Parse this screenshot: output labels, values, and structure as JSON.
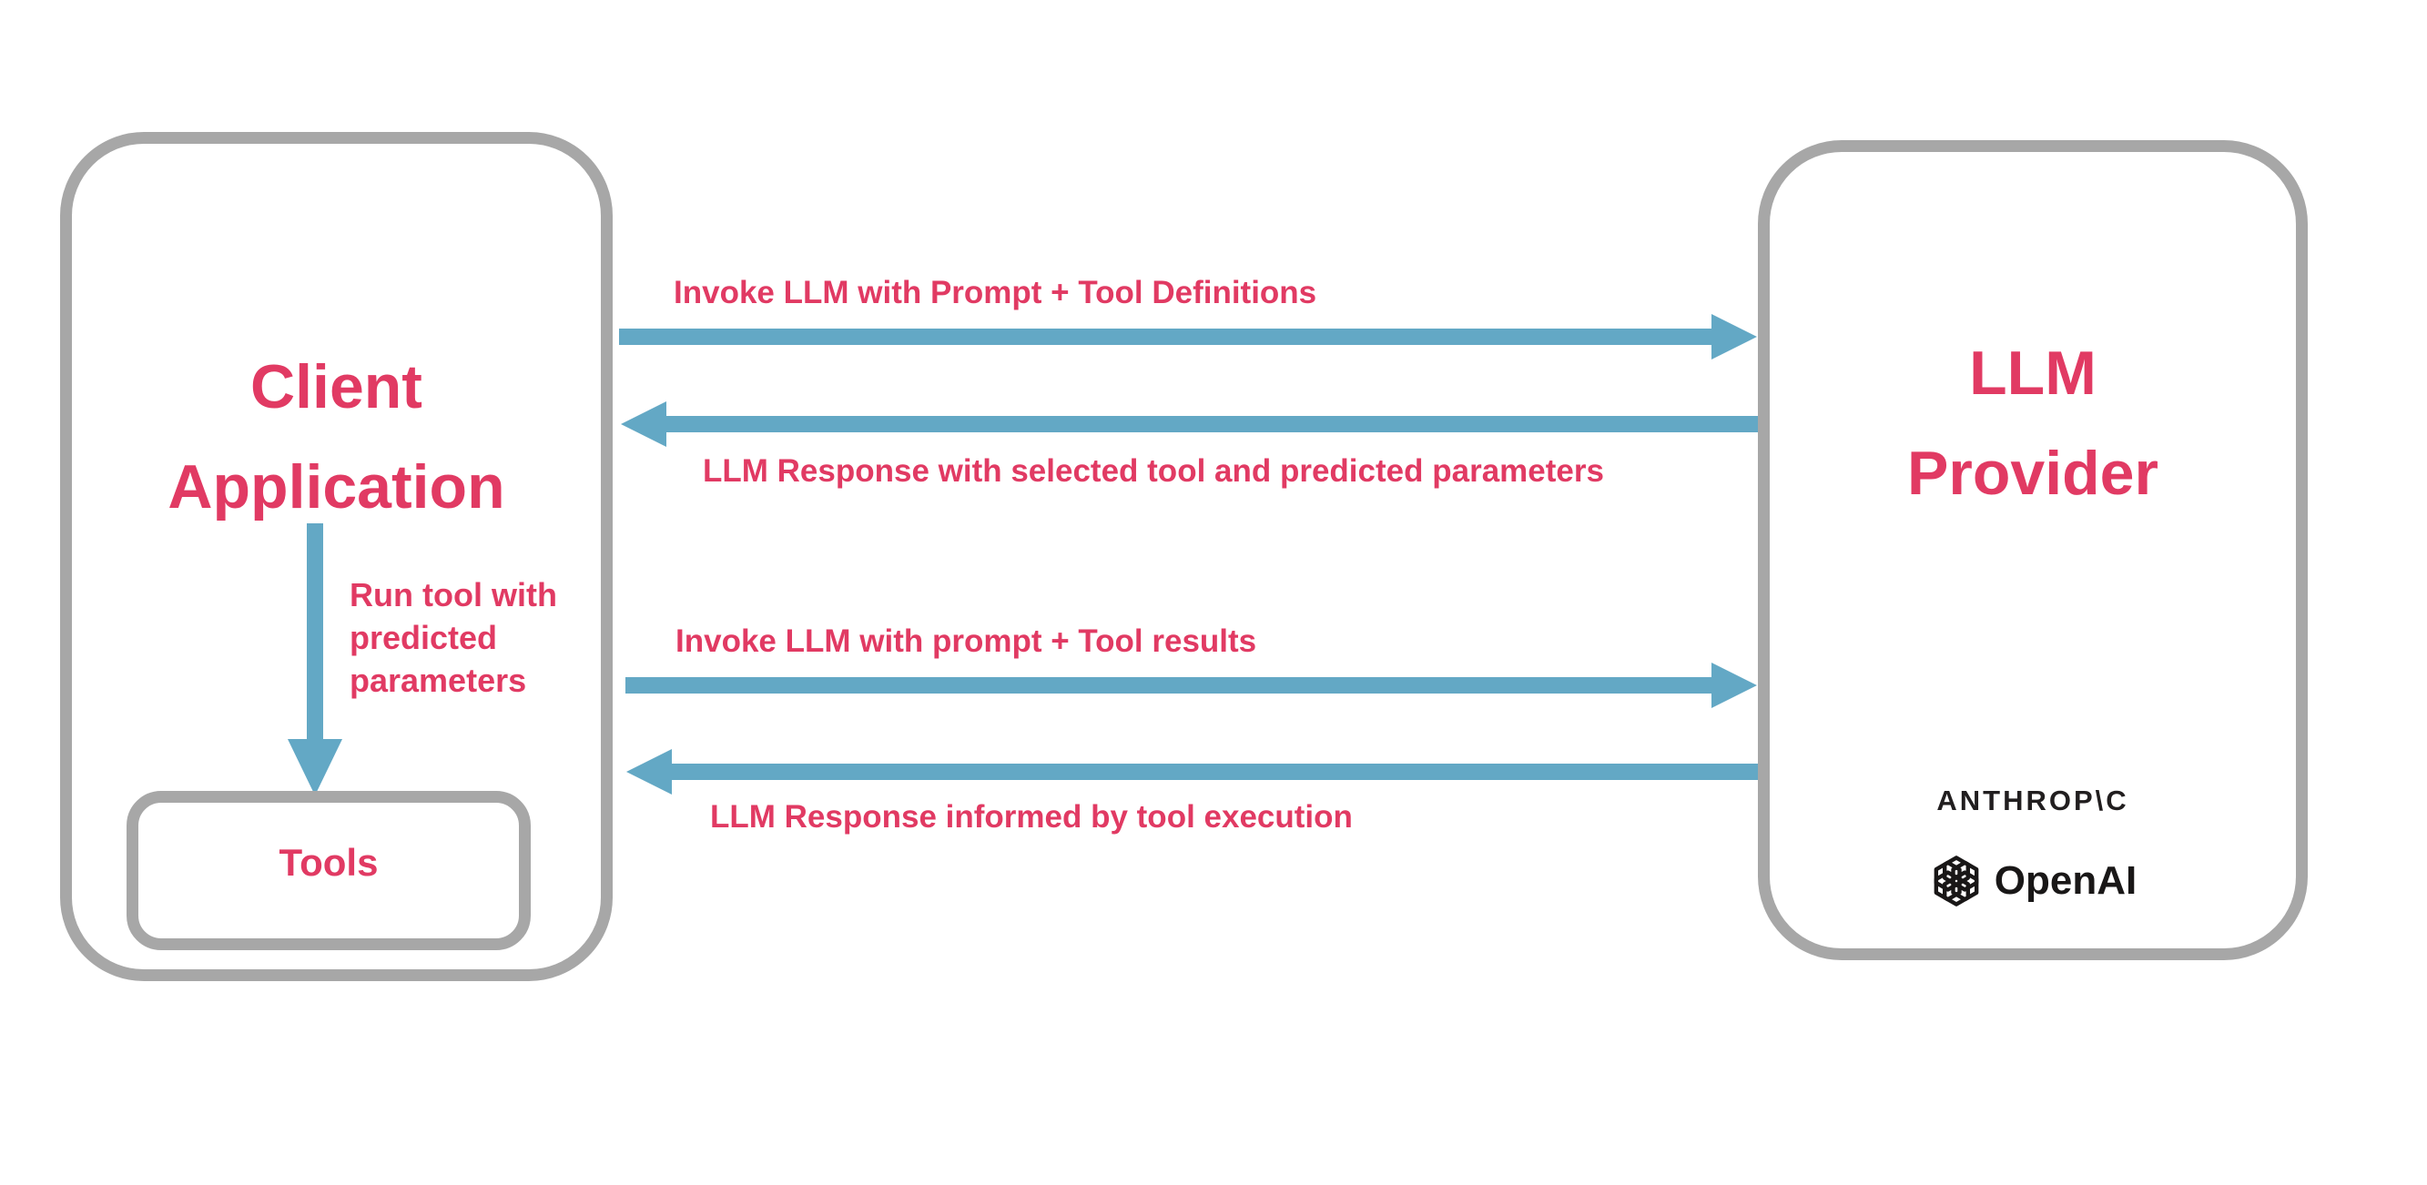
{
  "diagram": {
    "client_box": {
      "title_lines": [
        "Client",
        "Application"
      ],
      "run_tool_label_lines": [
        "Run tool with",
        "predicted",
        "parameters"
      ],
      "tools_box": {
        "label": "Tools"
      }
    },
    "llm_box": {
      "title_lines": [
        "LLM",
        "Provider"
      ],
      "providers": {
        "anthropic": "ANTHROP\\C",
        "openai": "OpenAI"
      }
    },
    "messages": [
      {
        "label": "Invoke LLM with Prompt + Tool Definitions",
        "direction": "right"
      },
      {
        "label": "LLM Response with selected tool and predicted parameters",
        "direction": "left"
      },
      {
        "label": "Invoke LLM with prompt + Tool results",
        "direction": "right"
      },
      {
        "label": "LLM Response informed by tool execution",
        "direction": "left"
      }
    ]
  },
  "colors": {
    "accent_pink": "#e13a63",
    "arrow_teal": "#63a8c5",
    "box_border_gray": "#a7a7a7",
    "logo_black": "#211e1f"
  }
}
